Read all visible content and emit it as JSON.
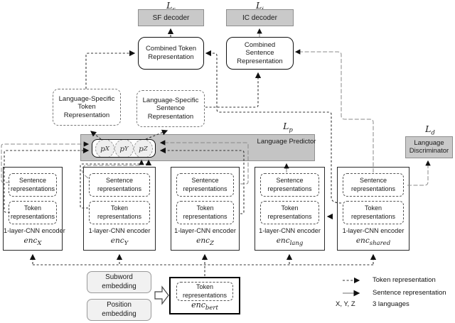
{
  "losses": {
    "ls": {
      "base": "L",
      "sub": "s"
    },
    "li": {
      "base": "L",
      "sub": "i"
    },
    "lp": {
      "base": "L",
      "sub": "p"
    },
    "ld": {
      "base": "L",
      "sub": "d"
    }
  },
  "decoders": {
    "sf": "SF decoder",
    "ic": "IC decoder"
  },
  "combined": {
    "token": "Combined Token Representation",
    "sentence": "Combined Sentence Representation"
  },
  "language_specific": {
    "token": "Language-Specific Token Representation",
    "sentence": "Language-Specific Sentence Representation"
  },
  "predictor": {
    "label": "Language Predictor",
    "probs": [
      {
        "base": "p",
        "sub": "X"
      },
      {
        "base": "p",
        "sub": "Y"
      },
      {
        "base": "p",
        "sub": "Z"
      }
    ]
  },
  "discriminator": {
    "label": "Language Discriminator"
  },
  "encoders": [
    {
      "sentence": "Sentence representations",
      "token": "Token representations",
      "cnn": "1-layer-CNN encoder",
      "enc_base": "enc",
      "enc_sub": "X"
    },
    {
      "sentence": "Sentence representations",
      "token": "Token representations",
      "cnn": "1-layer-CNN encoder",
      "enc_base": "enc",
      "enc_sub": "Y"
    },
    {
      "sentence": "Sentence representations",
      "token": "Token representations",
      "cnn": "1-layer-CNN encoder",
      "enc_base": "enc",
      "enc_sub": "Z"
    },
    {
      "sentence": "Sentence representations",
      "token": "Token representations",
      "cnn": "1-layer-CNN encoder",
      "enc_base": "enc",
      "enc_sub": "lang"
    },
    {
      "sentence": "Sentence representations",
      "token": "Token representations",
      "cnn": "1-layer-CNN encoder",
      "enc_base": "enc",
      "enc_sub": "shared"
    }
  ],
  "embeddings": {
    "subword": "Subword embedding",
    "position": "Position embedding"
  },
  "bert": {
    "token": "Token representations",
    "enc_base": "enc",
    "enc_sub": "bert"
  },
  "legend": {
    "token": "Token representation",
    "sentence": "Sentence representation",
    "langs_key": "X, Y, Z",
    "langs_val": "3 languages"
  },
  "colors": {
    "box_gray": "#c9c9c9",
    "bar_gray": "#c4c4c4",
    "embed_gray": "#f1f1f1",
    "token_line": "#333333",
    "sentence_line": "#8a8a8a"
  }
}
